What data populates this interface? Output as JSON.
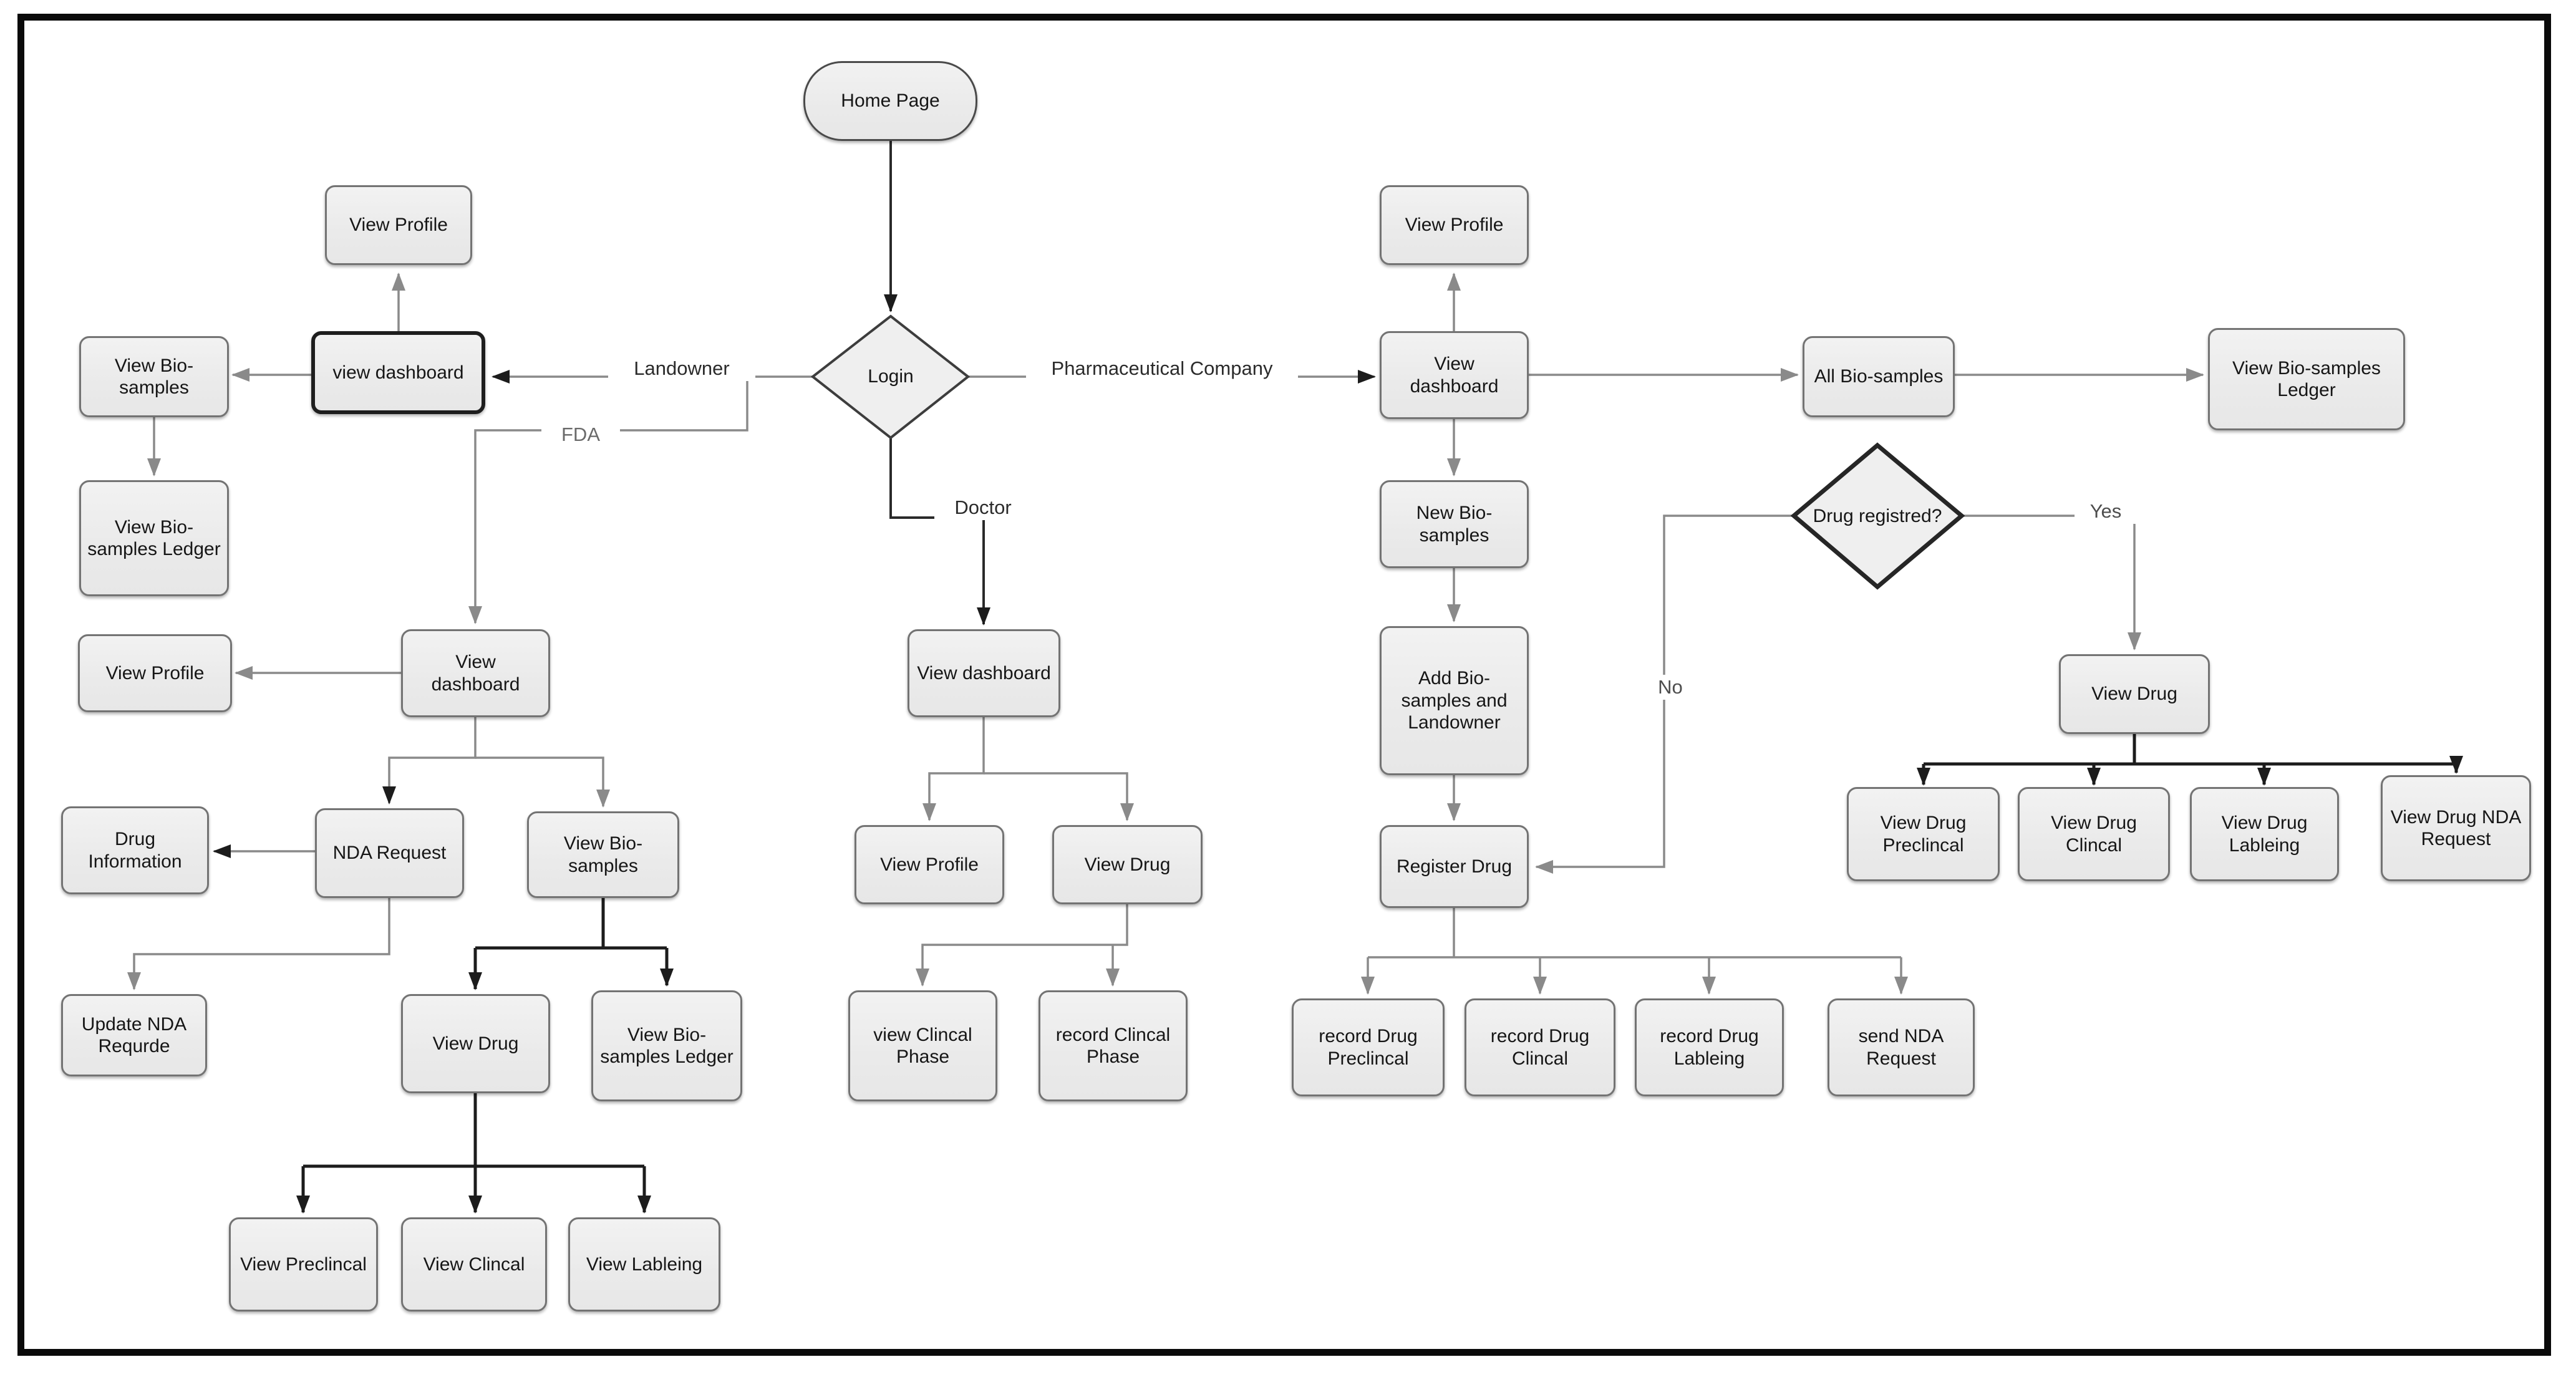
{
  "diagram": {
    "colors": {
      "line_gray": "#8a8a8a",
      "line_black": "#1c1c1c",
      "node_fill": "#ececec",
      "node_border": "#737373",
      "frame_border": "#0a0a0a"
    },
    "nodes": {
      "home": "Home Page",
      "login": "Login",
      "lo_profile": "View Profile",
      "lo_dashboard": "view dashboard",
      "lo_biosamples": "View Bio-samples",
      "lo_biosamples_ledger": "View Bio-samples Ledger",
      "fda_profile": "View Profile",
      "fda_dashboard": "View dashboard",
      "fda_drug_info": "Drug Information",
      "fda_nda_request": "NDA Request",
      "fda_biosamples": "View Bio-samples",
      "fda_update_nda": "Update NDA Requrde",
      "fda_view_drug": "View Drug",
      "fda_biosamples_ledger": "View Bio-samples Ledger",
      "fda_view_preclincal": "View Preclincal",
      "fda_view_clincal": "View Clincal",
      "fda_view_lableing": "View Lableing",
      "doc_dashboard": "View dashboard",
      "doc_profile": "View Profile",
      "doc_view_drug": "View Drug",
      "doc_view_clincal_phase": "view Clincal Phase",
      "doc_record_clincal_phase": "record Clincal Phase",
      "ph_profile": "View Profile",
      "ph_dashboard": "View dashboard",
      "ph_new_biosamples": "New Bio-samples",
      "ph_add_biosamples": "Add Bio-samples and Landowner",
      "ph_register_drug": "Register Drug",
      "ph_record_preclincal": "record Drug Preclincal",
      "ph_record_clincal": "record Drug Clincal",
      "ph_record_lableing": "record Drug Lableing",
      "ph_send_nda": "send NDA Request",
      "ph_all_biosamples": "All Bio-samples",
      "ph_biosamples_ledger": "View Bio-samples Ledger",
      "drug_registred": "Drug registred?",
      "ph_view_drug": "View Drug",
      "vd_preclincal": "View Drug Preclincal",
      "vd_clincal": "View Drug Clincal",
      "vd_lableing": "View Drug Lableing",
      "vd_nda_request": "View Drug NDA Request"
    },
    "edge_labels": {
      "landowner": "Landowner",
      "fda": "FDA",
      "doctor": "Doctor",
      "pharma": "Pharmaceutical Company",
      "yes": "Yes",
      "no": "No"
    }
  }
}
